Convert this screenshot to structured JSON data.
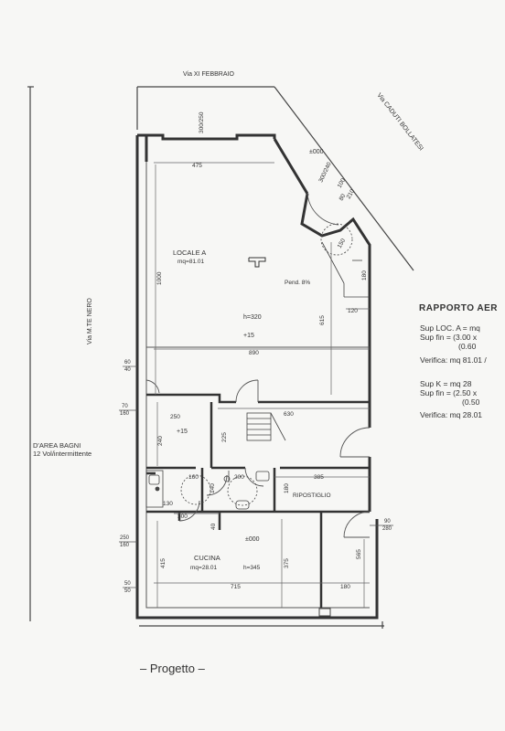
{
  "streets": {
    "north": "Via XI FEBBRAIO",
    "east": "Via CADUTI BOLLATESI",
    "west": "Via M.TE NERO"
  },
  "rooms": {
    "locale_a": {
      "name": "LOCALE A",
      "area": "mq=81.01",
      "height": "h=320",
      "level": "+15"
    },
    "cucina": {
      "name": "CUCINA",
      "area": "mq=28.01",
      "height": "h=345",
      "level": "±000"
    },
    "ripostiglio": {
      "name": "RIPOSTIGLIO"
    },
    "corridor": {
      "level": "+15"
    },
    "entrance": {
      "level": "±000"
    }
  },
  "dimensions": {
    "top_width": "475",
    "main_width": "890",
    "corridor_width": "630",
    "left_250": "250",
    "stair_225": "225",
    "left_240": "240",
    "depth_1000": "1000",
    "right_615": "615",
    "right_120": "120",
    "right_180": "180",
    "door_130": "130",
    "d160": "160",
    "d200": "200",
    "d385": "385",
    "d140": "140",
    "d300": "300",
    "d40": "40",
    "d180_rip": "180",
    "d415": "415",
    "d375": "375",
    "d565": "565",
    "bottom_715": "715",
    "bottom_180": "180",
    "window_top": "300/250",
    "window_diag": "300/240",
    "window_diag2": "100",
    "window_diag3": "80",
    "window_diag4": "210",
    "ramp_150": "150",
    "left_60_40": [
      "60",
      "40"
    ],
    "left_70_160": [
      "70",
      "160"
    ],
    "left_250_160": [
      "250",
      "160"
    ],
    "left_50_50": [
      "50",
      "50"
    ],
    "right_90_280": [
      "90",
      "280"
    ]
  },
  "ramp_label": "Pend. 8%",
  "bagni_note": [
    "D'AREA BAGNI",
    "12 Vol/intermittente"
  ],
  "rapporto": {
    "title": "RAPPORTO AER",
    "lines": [
      "Sup LOC. A = mq",
      "Sup fin = (3.00 x",
      "(0.60",
      "Verifica: mq 81.01 /",
      "Sup  K  = mq 28",
      "Sup fin = (2.50 x",
      "(0.50",
      "Verifica: mq 28.01"
    ]
  },
  "footer": "– Progetto –"
}
